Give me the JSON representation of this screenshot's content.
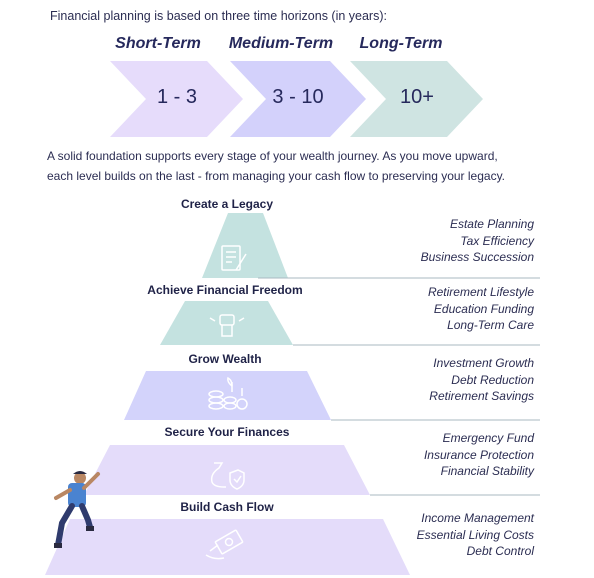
{
  "intro_text": "Financial planning is based on three time horizons (in years):",
  "horizons": [
    {
      "label": "Short-Term",
      "range": "1 - 3",
      "color": "#e6dcfb"
    },
    {
      "label": "Medium-Term",
      "range": "3 - 10",
      "color": "#d3d1fb"
    },
    {
      "label": "Long-Term",
      "range": "10+",
      "color": "#cfe4e2"
    }
  ],
  "paragraph": {
    "line1": "A solid foundation supports every stage of your wealth journey. As you move upward,",
    "line2": "each level builds on the last - from managing your cash flow to preserving your legacy."
  },
  "levels": [
    {
      "title": "Create a Legacy",
      "icon": "document-pen-icon",
      "color": "#c4e2e0",
      "benefits": [
        "Estate Planning",
        "Tax Efficiency",
        "Business Succession"
      ]
    },
    {
      "title": "Achieve Financial Freedom",
      "icon": "raised-fist-icon",
      "color": "#c4e2e0",
      "benefits": [
        "Retirement Lifestyle",
        "Education Funding",
        "Long-Term Care"
      ]
    },
    {
      "title": "Grow Wealth",
      "icon": "coins-growth-icon",
      "color": "#d3d3fb",
      "benefits": [
        "Investment Growth",
        "Debt Reduction",
        "Retirement Savings"
      ]
    },
    {
      "title": "Secure Your Finances",
      "icon": "money-bag-shield-icon",
      "color": "#e4dcfa",
      "benefits": [
        "Emergency Fund",
        "Insurance Protection",
        "Financial Stability"
      ]
    },
    {
      "title": "Build Cash Flow",
      "icon": "cash-flow-icon",
      "color": "#e4dcfa",
      "benefits": [
        "Income Management",
        "Essential Living Costs",
        "Debt Control"
      ]
    }
  ]
}
